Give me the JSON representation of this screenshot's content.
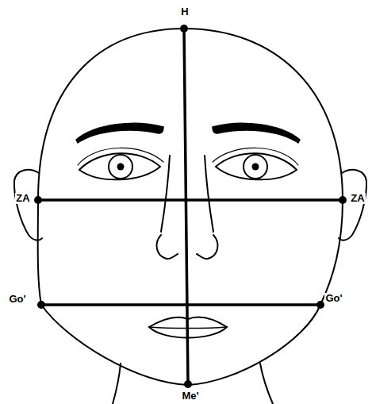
{
  "diagram": {
    "labels": [
      "H",
      "ZA",
      "ZA",
      "Go'",
      "Go'",
      "Me'"
    ]
  }
}
